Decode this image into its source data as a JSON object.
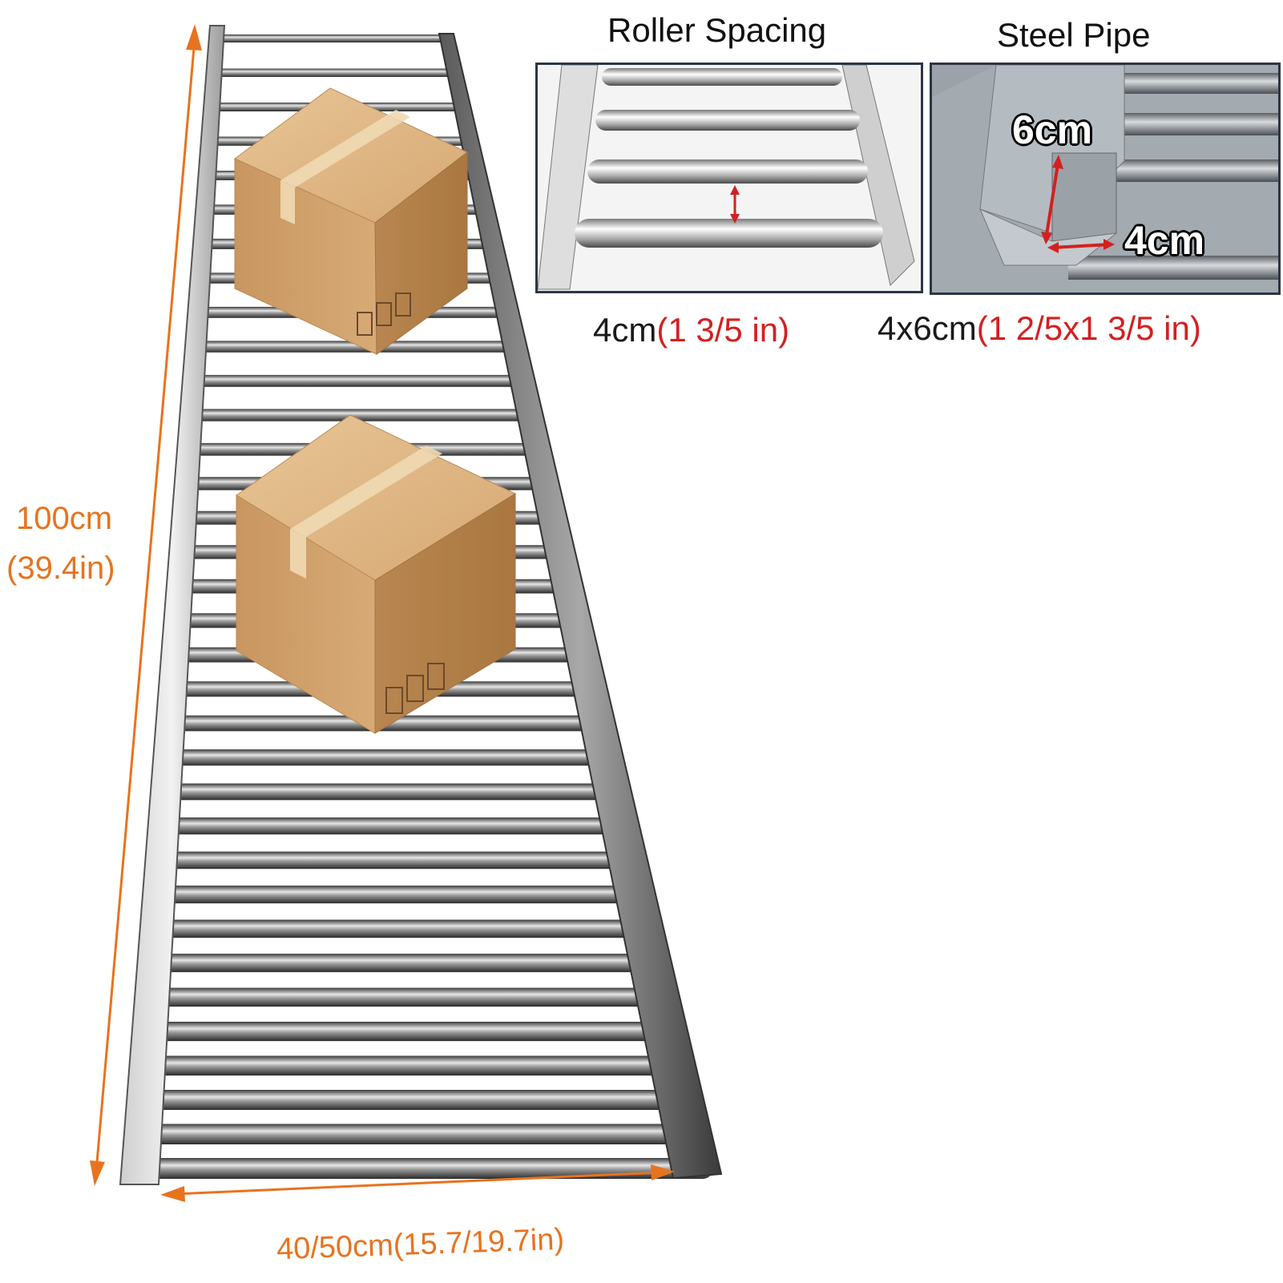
{
  "dimensions": {
    "length_cm": "100cm",
    "length_in": "(39.4in)",
    "width": "40/50cm(15.7/19.7in)"
  },
  "roller_spacing_panel": {
    "title": "Roller Spacing",
    "caption_metric": "4cm",
    "caption_imperial": "(1 3/5 in)"
  },
  "steel_pipe_panel": {
    "title": "Steel Pipe",
    "label_height": "6cm",
    "label_width": "4cm",
    "caption_metric": "4x6cm",
    "caption_imperial": "(1 2/5x1 3/5 in)"
  },
  "colors": {
    "dimension_orange": "#e8731f",
    "annotation_red": "#d42020",
    "box_cardboard": "#d4a46c"
  }
}
